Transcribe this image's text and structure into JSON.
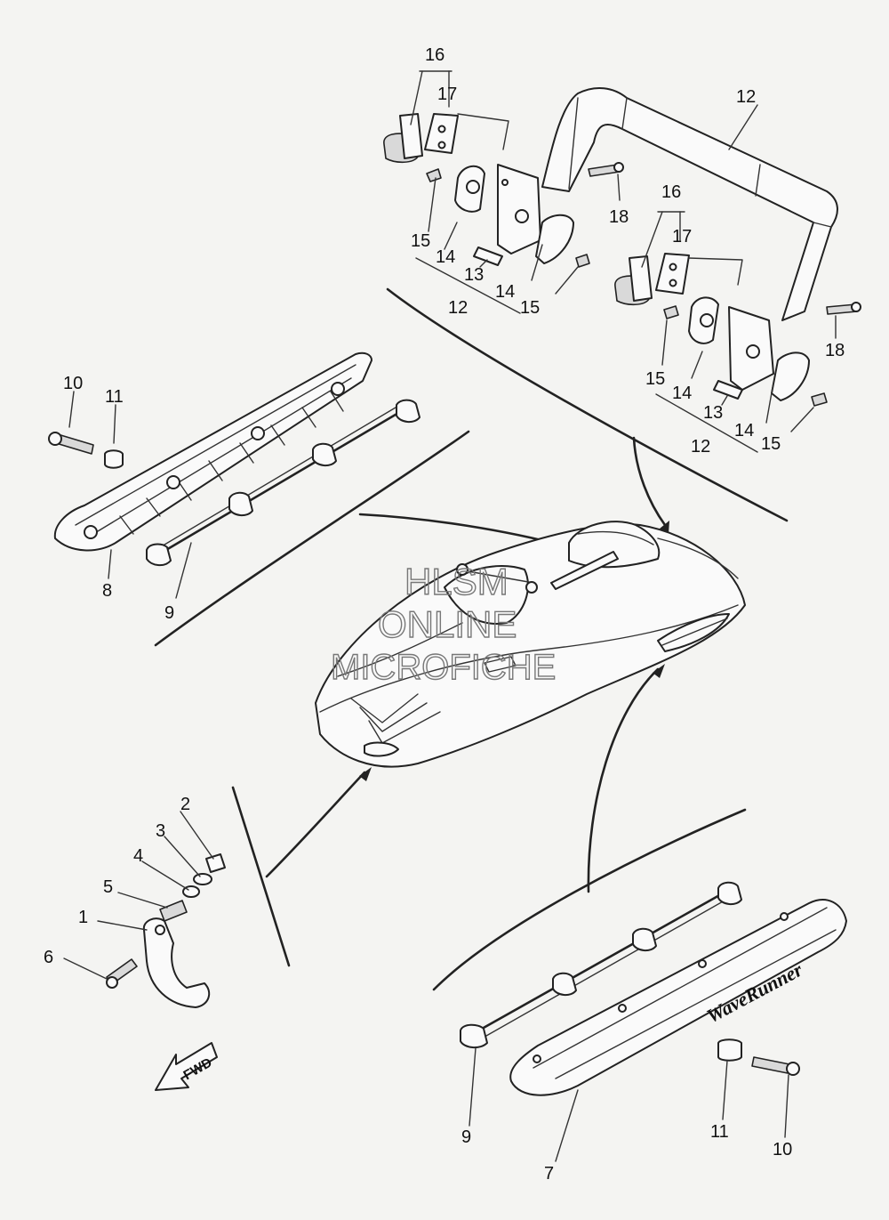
{
  "diagram": {
    "labels": {
      "c1": "1",
      "c2": "2",
      "c3": "3",
      "c4": "4",
      "c5": "5",
      "c6": "6",
      "c7": "7",
      "c8": "8",
      "c9a": "9",
      "c9b": "9",
      "c10a": "10",
      "c10b": "10",
      "c11a": "11",
      "c11b": "11",
      "c12a": "12",
      "c12b": "12",
      "c12c": "12",
      "c13a": "13",
      "c13b": "13",
      "c14a": "14",
      "c14b": "14",
      "c14c": "14",
      "c14d": "14",
      "c15a": "15",
      "c15b": "15",
      "c15c": "15",
      "c15d": "15",
      "c16a": "16",
      "c16b": "16",
      "c17a": "17",
      "c17b": "17",
      "c18a": "18",
      "c18b": "18"
    },
    "watermark": {
      "line1": "HLSM",
      "line2": "ONLINE",
      "line3": "MICROFICHE"
    },
    "fwd_label": "FWD",
    "brand_decal": "WaveRunner"
  }
}
